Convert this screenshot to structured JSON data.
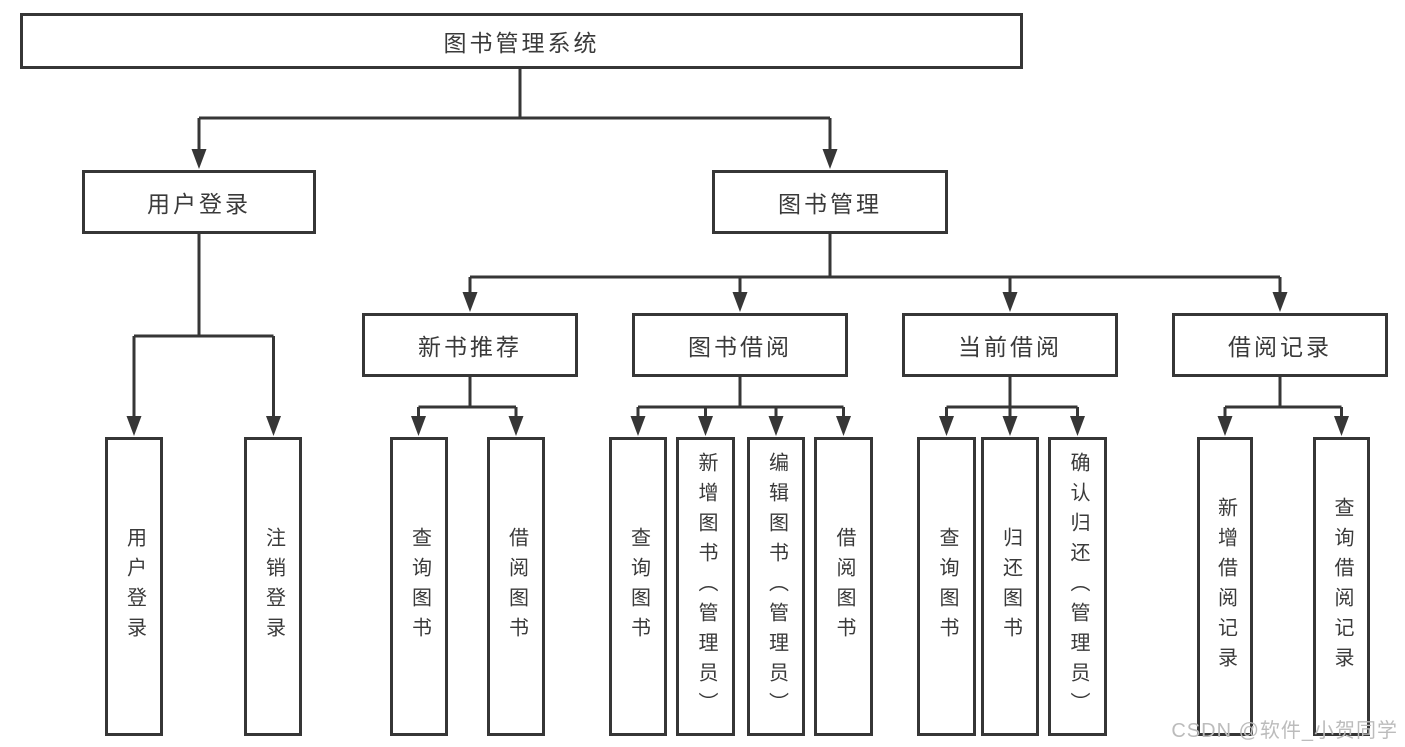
{
  "diagram": {
    "type": "tree",
    "background": "#ffffff",
    "line_color": "#363636",
    "text_color": "#3a3a3a",
    "watermark_color": "#bcbcbc"
  },
  "tree": {
    "label": "图书管理系统",
    "children": [
      {
        "label": "用户登录",
        "children": [
          {
            "label": "用户登录"
          },
          {
            "label": "注销登录"
          }
        ]
      },
      {
        "label": "图书管理",
        "children": [
          {
            "label": "新书推荐",
            "children": [
              {
                "label": "查询图书"
              },
              {
                "label": "借阅图书"
              }
            ]
          },
          {
            "label": "图书借阅",
            "children": [
              {
                "label": "查询图书"
              },
              {
                "label": "新增图书（管理员）"
              },
              {
                "label": "编辑图书（管理员）"
              },
              {
                "label": "借阅图书"
              }
            ]
          },
          {
            "label": "当前借阅",
            "children": [
              {
                "label": "查询图书"
              },
              {
                "label": "归还图书"
              },
              {
                "label": "确认归还（管理员）"
              }
            ]
          },
          {
            "label": "借阅记录",
            "children": [
              {
                "label": "新增借阅记录"
              },
              {
                "label": "查询借阅记录"
              }
            ]
          }
        ]
      }
    ]
  },
  "watermark": {
    "text": "CSDN @软件_小贺同学"
  }
}
